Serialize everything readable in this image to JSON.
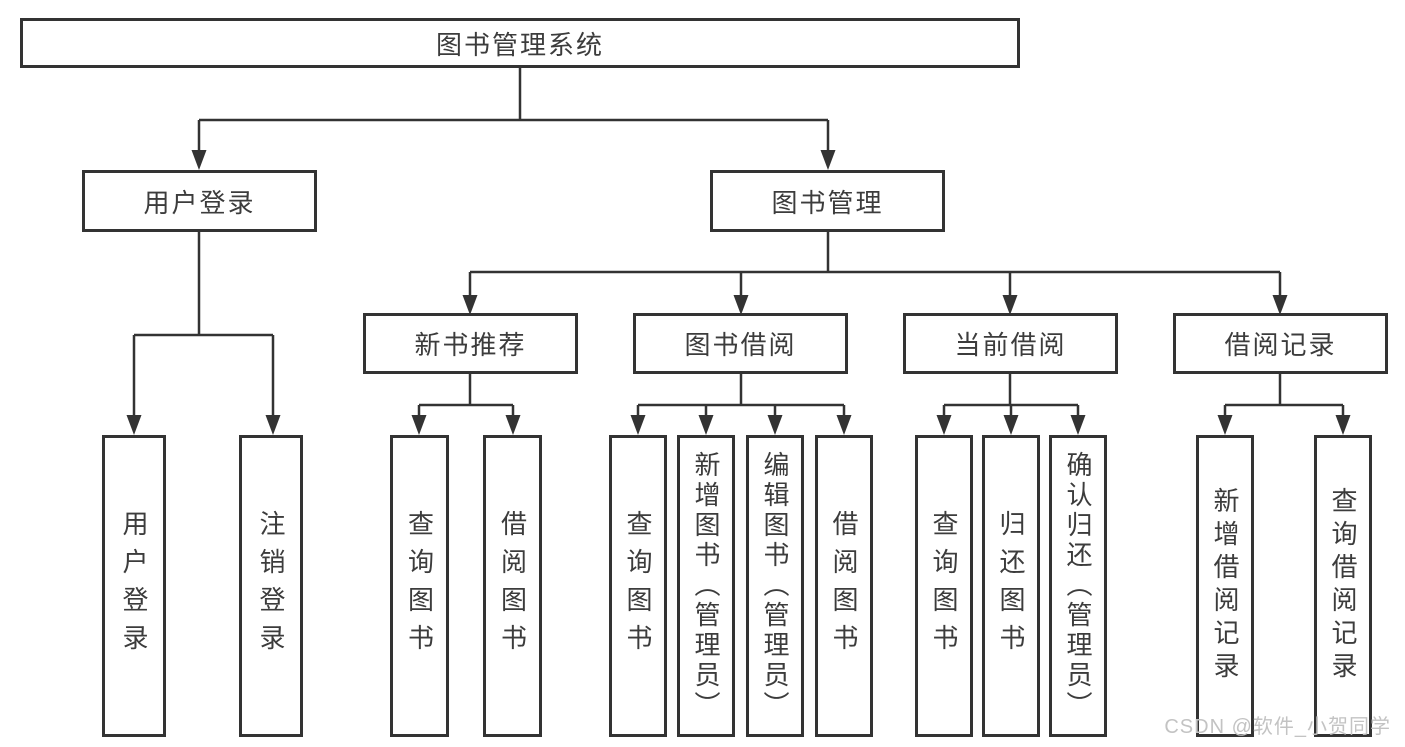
{
  "diagram": {
    "root": {
      "label": "图书管理系统"
    },
    "level2": {
      "user_login": {
        "label": "用户登录"
      },
      "book_management": {
        "label": "图书管理"
      }
    },
    "level3": {
      "new_book_recommend": {
        "label": "新书推荐"
      },
      "book_borrow": {
        "label": "图书借阅"
      },
      "current_borrow": {
        "label": "当前借阅"
      },
      "borrow_records": {
        "label": "借阅记录"
      }
    },
    "leaves": {
      "user_login": [
        "用户登录",
        "注销登录"
      ],
      "new_book_recommend": [
        "查询图书",
        "借阅图书"
      ],
      "book_borrow": [
        "查询图书",
        "新增图书（管理员）",
        "编辑图书（管理员）",
        "借阅图书"
      ],
      "current_borrow": [
        "查询图书",
        "归还图书",
        "确认归还（管理员）"
      ],
      "borrow_records": [
        "新增借阅记录",
        "查询借阅记录"
      ]
    }
  },
  "watermark": {
    "text": "CSDN @软件_小贺同学",
    "color": "#c3c3c3"
  },
  "colors": {
    "line": "#333333",
    "border": "#333333",
    "text": "#3c3c3c",
    "background": "#ffffff"
  }
}
